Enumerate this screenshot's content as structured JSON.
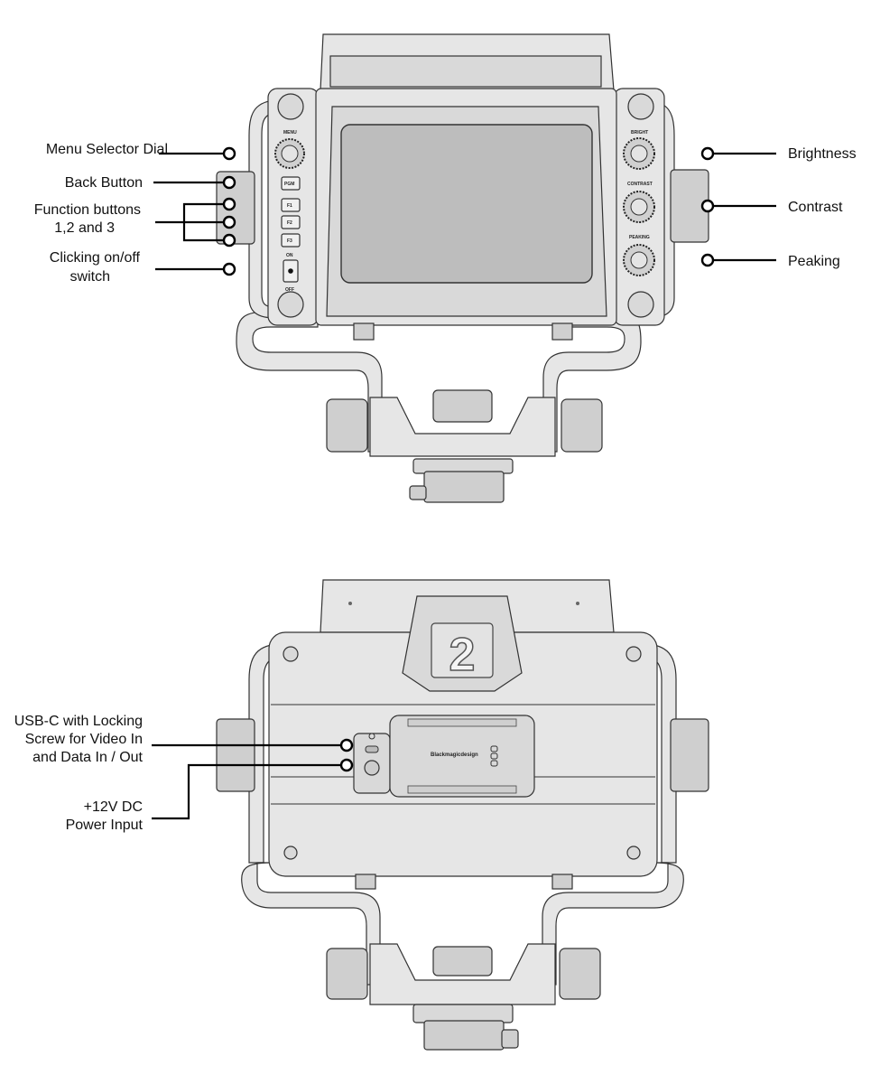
{
  "front_view": {
    "labels": {
      "menu_dial": "Menu Selector Dial",
      "back_button": "Back Button",
      "function_buttons_line1": "Function buttons",
      "function_buttons_line2": "1,2 and 3",
      "power_switch_line1": "Clicking on/off",
      "power_switch_line2": "switch",
      "brightness": "Brightness",
      "contrast": "Contrast",
      "peaking": "Peaking"
    },
    "device_text": {
      "menu": "MENU",
      "pgm": "PGM",
      "f1": "F1",
      "f2": "F2",
      "f3": "F3",
      "on": "ON",
      "off": "OFF",
      "bright": "BRIGHT",
      "contrast": "CONTRAST",
      "peaking": "PEAKING"
    }
  },
  "rear_view": {
    "labels": {
      "usb_line1": "USB-C with Locking",
      "usb_line2": "Screw for Video In",
      "usb_line3": "and Data In / Out",
      "power_line1": "+12V DC",
      "power_line2": "Power Input"
    },
    "device_text": {
      "brand": "Blackmagicdesign",
      "number": "2"
    }
  }
}
